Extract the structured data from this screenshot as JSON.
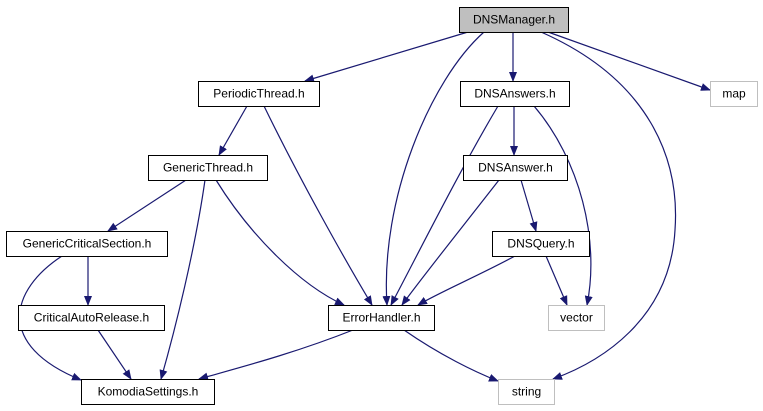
{
  "diagram": {
    "nodes": [
      {
        "id": "dnsmanager",
        "label": "DNSManager.h",
        "style": "root"
      },
      {
        "id": "periodicthread",
        "label": "PeriodicThread.h",
        "style": "normal"
      },
      {
        "id": "dnsanswers",
        "label": "DNSAnswers.h",
        "style": "normal"
      },
      {
        "id": "map",
        "label": "map",
        "style": "external"
      },
      {
        "id": "genericthread",
        "label": "GenericThread.h",
        "style": "normal"
      },
      {
        "id": "dnsanswer",
        "label": "DNSAnswer.h",
        "style": "normal"
      },
      {
        "id": "genericcriticalsection",
        "label": "GenericCriticalSection.h",
        "style": "normal"
      },
      {
        "id": "dnsquery",
        "label": "DNSQuery.h",
        "style": "normal"
      },
      {
        "id": "criticalautorelease",
        "label": "CriticalAutoRelease.h",
        "style": "normal"
      },
      {
        "id": "errorhandler",
        "label": "ErrorHandler.h",
        "style": "normal"
      },
      {
        "id": "vector",
        "label": "vector",
        "style": "external"
      },
      {
        "id": "komodiasettings",
        "label": "KomodiaSettings.h",
        "style": "normal"
      },
      {
        "id": "string",
        "label": "string",
        "style": "external"
      }
    ],
    "edges": [
      {
        "from": "dnsmanager",
        "to": "periodicthread"
      },
      {
        "from": "dnsmanager",
        "to": "errorhandler"
      },
      {
        "from": "dnsmanager",
        "to": "dnsanswers"
      },
      {
        "from": "dnsmanager",
        "to": "string"
      },
      {
        "from": "dnsmanager",
        "to": "map"
      },
      {
        "from": "periodicthread",
        "to": "genericthread"
      },
      {
        "from": "periodicthread",
        "to": "errorhandler"
      },
      {
        "from": "dnsanswers",
        "to": "errorhandler"
      },
      {
        "from": "dnsanswers",
        "to": "dnsanswer"
      },
      {
        "from": "dnsanswers",
        "to": "vector"
      },
      {
        "from": "genericthread",
        "to": "genericcriticalsection"
      },
      {
        "from": "genericthread",
        "to": "errorhandler"
      },
      {
        "from": "genericthread",
        "to": "komodiasettings"
      },
      {
        "from": "dnsanswer",
        "to": "errorhandler"
      },
      {
        "from": "dnsanswer",
        "to": "dnsquery"
      },
      {
        "from": "genericcriticalsection",
        "to": "criticalautorelease"
      },
      {
        "from": "genericcriticalsection",
        "to": "komodiasettings"
      },
      {
        "from": "dnsquery",
        "to": "errorhandler"
      },
      {
        "from": "dnsquery",
        "to": "vector"
      },
      {
        "from": "criticalautorelease",
        "to": "komodiasettings"
      },
      {
        "from": "errorhandler",
        "to": "komodiasettings"
      },
      {
        "from": "errorhandler",
        "to": "string"
      }
    ],
    "colors": {
      "edge": "#191970",
      "root_fill": "#bfbfbf",
      "node_fill": "#ffffff",
      "node_border": "#000000",
      "external_border": "#bfbfbf",
      "text": "#000000"
    }
  }
}
